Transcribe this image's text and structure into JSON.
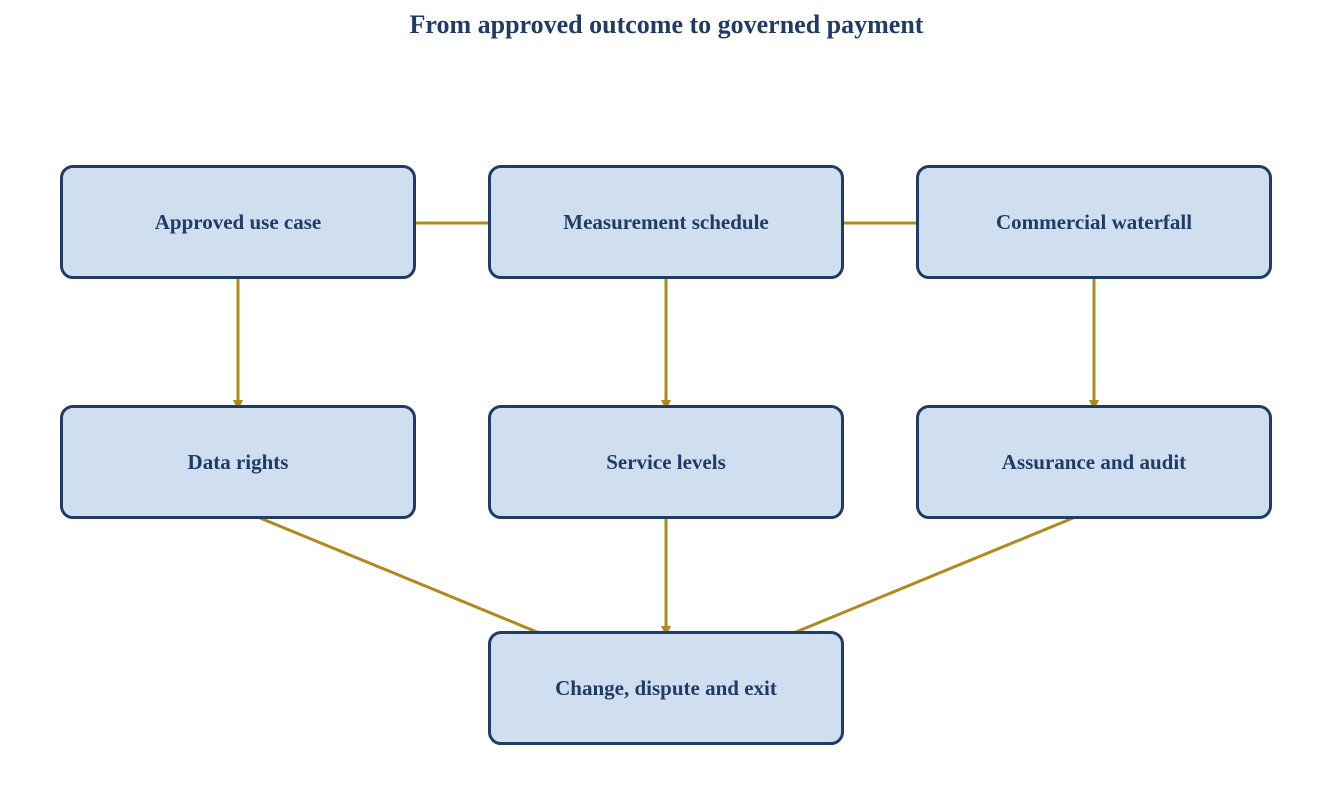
{
  "title": "From approved outcome to governed payment",
  "colors": {
    "node_fill": "#cfdff0",
    "node_border": "#1f3b66",
    "text": "#1f3b66",
    "arrow": "#b08a1e"
  },
  "nodes": [
    {
      "id": "approved-use-case",
      "label": "Approved use case"
    },
    {
      "id": "measurement-schedule",
      "label": "Measurement schedule"
    },
    {
      "id": "commercial-waterfall",
      "label": "Commercial waterfall"
    },
    {
      "id": "data-rights",
      "label": "Data rights"
    },
    {
      "id": "service-levels",
      "label": "Service levels"
    },
    {
      "id": "assurance-and-audit",
      "label": "Assurance and audit"
    },
    {
      "id": "change-dispute-and-exit",
      "label": "Change, dispute and exit"
    }
  ],
  "edges": [
    {
      "from": "approved-use-case",
      "to": "measurement-schedule"
    },
    {
      "from": "measurement-schedule",
      "to": "commercial-waterfall"
    },
    {
      "from": "approved-use-case",
      "to": "data-rights"
    },
    {
      "from": "measurement-schedule",
      "to": "service-levels"
    },
    {
      "from": "commercial-waterfall",
      "to": "assurance-and-audit"
    },
    {
      "from": "data-rights",
      "to": "change-dispute-and-exit"
    },
    {
      "from": "service-levels",
      "to": "change-dispute-and-exit"
    },
    {
      "from": "assurance-and-audit",
      "to": "change-dispute-and-exit"
    }
  ]
}
